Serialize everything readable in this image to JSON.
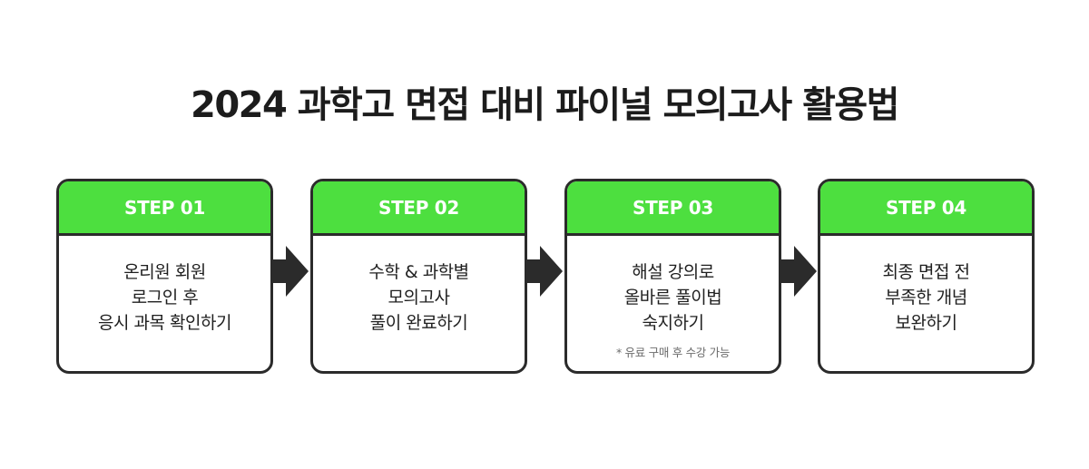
{
  "title": "2024 과학고 면접 대비 파이널 모의고사 활용법",
  "colors": {
    "header_bg": "#4ddf3f",
    "border": "#2b2b2b",
    "arrow": "#2b2b2b"
  },
  "steps": [
    {
      "label": "STEP 01",
      "lines": [
        "온리원 회원",
        "로그인 후",
        "응시 과목 확인하기"
      ],
      "note": ""
    },
    {
      "label": "STEP 02",
      "lines": [
        "수학 & 과학별",
        "모의고사",
        "풀이 완료하기"
      ],
      "note": ""
    },
    {
      "label": "STEP 03",
      "lines": [
        "해설 강의로",
        "올바른 풀이법",
        "숙지하기"
      ],
      "note": "* 유료 구매 후 수강 가능"
    },
    {
      "label": "STEP 04",
      "lines": [
        "최종 면접 전",
        "부족한 개념",
        "보완하기"
      ],
      "note": ""
    }
  ],
  "arrow_icon": "right-arrow-icon"
}
